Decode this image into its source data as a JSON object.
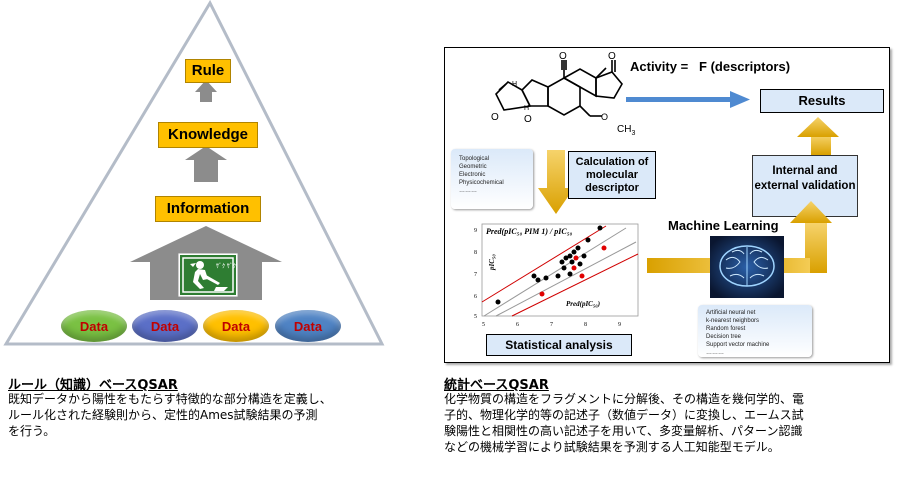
{
  "left": {
    "levels": {
      "rule": "Rule",
      "knowledge": "Knowledge",
      "information": "Information"
    },
    "data_items": [
      {
        "label": "Data",
        "color": "#7ac143"
      },
      {
        "label": "Data",
        "color": "#5b6fc7"
      },
      {
        "label": "Data",
        "color": "#ffc000"
      },
      {
        "label": "Data",
        "color": "#4f83c4"
      }
    ],
    "colors": {
      "level_box": "#ffc000",
      "arrow_gray": "#8c8c8c",
      "worker_sign": "#2e7d32"
    },
    "worker_icon": "construction-worker-icon"
  },
  "right": {
    "activity_label": "Activity =",
    "activity_formula": "F (descriptors)",
    "results": "Results",
    "calculation": "Calculation of molecular descriptor",
    "descriptor_types": [
      "Topological",
      "Geometric",
      "Electronic",
      "Physicochemical",
      "………"
    ],
    "validation": "Internal and external validation",
    "machine_learning": "Machine Learning",
    "ml_methods": [
      "Artificial neural net",
      "k-nearest neighbors",
      "Random forest",
      "Decision tree",
      "Support vector machine",
      "………"
    ],
    "statistical": "Statistical analysis",
    "molecule_label": "O",
    "methyl_label": "CH",
    "methyl_sub": "3",
    "plot": {
      "title": "Pred(pIC₅₀ PIM 1) / pIC₅₀",
      "ylabel": "pIC₅₀",
      "xlabel": "Pred(pIC₅₀)",
      "xticks": [
        "5",
        "6",
        "7",
        "8",
        "9"
      ],
      "yticks": [
        "9",
        "8",
        "7",
        "6",
        "5"
      ]
    },
    "colors": {
      "arrow_blue": "#4f8ad1",
      "arrow_gold": "#e8b000",
      "box_fill": "#dbe9f9"
    }
  },
  "captions": {
    "left_heading": "ルール（知識）ベースQSAR",
    "left_lines": [
      "既知データから陽性をもたらす特徴的な部分構造を定義し、",
      "ルール化された経験則から、定性的Ames試験結果の予測",
      "を行う。"
    ],
    "right_heading": "統計ベースQSAR",
    "right_lines": [
      "化学物質の構造をフラグメントに分解後、その構造を幾何学的、電",
      "子的、物理化学的等の記述子（数値データ）に変換し、エームス試",
      "験陽性と相関性の高い記述子を用いて、多変量解析、パターン認識",
      "などの機械学習により試験結果を予測する人工知能型モデル。"
    ]
  }
}
